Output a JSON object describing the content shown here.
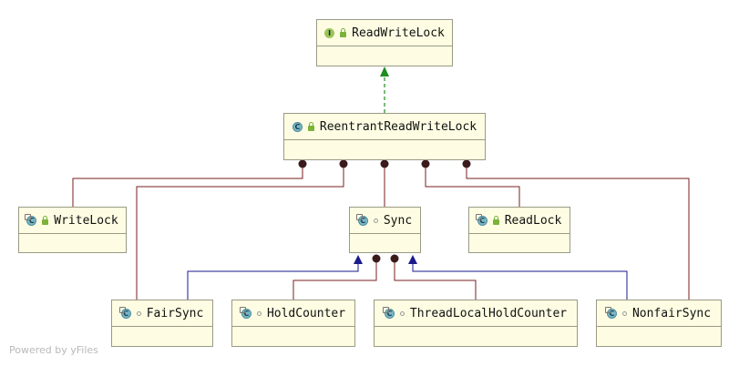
{
  "nodes": {
    "readwritelock": {
      "label": "ReadWriteLock",
      "kind": "interface",
      "badge": "I",
      "visibility": "public"
    },
    "reentrant": {
      "label": "ReentrantReadWriteLock",
      "kind": "class",
      "badge": "C",
      "visibility": "public"
    },
    "writelock": {
      "label": "WriteLock",
      "kind": "class",
      "badge": "C",
      "visibility": "public"
    },
    "sync": {
      "label": "Sync",
      "kind": "abstract-class",
      "badge": "C",
      "visibility": "package"
    },
    "readlock": {
      "label": "ReadLock",
      "kind": "class",
      "badge": "C",
      "visibility": "public"
    },
    "fairsync": {
      "label": "FairSync",
      "kind": "class",
      "badge": "C",
      "visibility": "package"
    },
    "holdcounter": {
      "label": "HoldCounter",
      "kind": "class",
      "badge": "C",
      "visibility": "package"
    },
    "threadlocal": {
      "label": "ThreadLocalHoldCounter",
      "kind": "class",
      "badge": "C",
      "visibility": "package"
    },
    "nonfairsync": {
      "label": "NonfairSync",
      "kind": "class",
      "badge": "C",
      "visibility": "package"
    }
  },
  "edges": [
    {
      "from": "reentrant",
      "to": "readwritelock",
      "type": "implements",
      "color": "#1e8c1e"
    },
    {
      "from": "writelock",
      "to": "reentrant",
      "type": "inner-class",
      "color": "#7a1f1f"
    },
    {
      "from": "fairsync",
      "to": "reentrant",
      "type": "inner-class",
      "color": "#7a1f1f"
    },
    {
      "from": "sync",
      "to": "reentrant",
      "type": "inner-class",
      "color": "#7a1f1f"
    },
    {
      "from": "readlock",
      "to": "reentrant",
      "type": "inner-class",
      "color": "#7a1f1f"
    },
    {
      "from": "nonfairsync",
      "to": "reentrant",
      "type": "inner-class",
      "color": "#7a1f1f"
    },
    {
      "from": "fairsync",
      "to": "sync",
      "type": "extends",
      "color": "#1a1a8c"
    },
    {
      "from": "holdcounter",
      "to": "sync",
      "type": "inner-class",
      "color": "#7a1f1f"
    },
    {
      "from": "threadlocal",
      "to": "sync",
      "type": "inner-class",
      "color": "#7a1f1f"
    },
    {
      "from": "nonfairsync",
      "to": "sync",
      "type": "extends",
      "color": "#1a1a8c"
    }
  ],
  "footer": "Powered by yFiles"
}
